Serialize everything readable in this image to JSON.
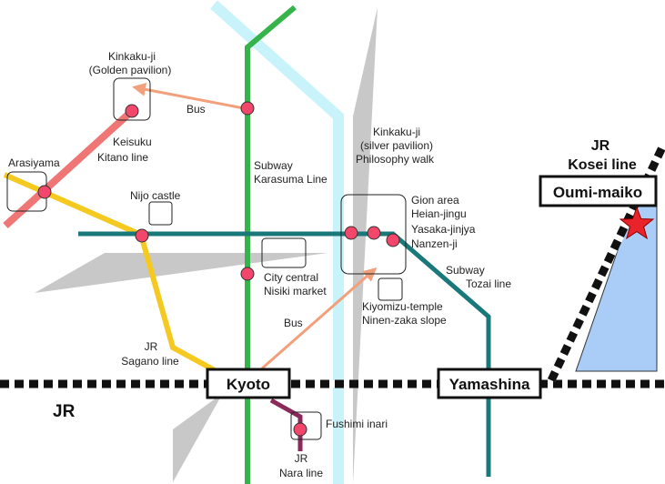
{
  "colors": {
    "karasuma": "#36b34a",
    "tozai": "#19787a",
    "sagano": "#f5c920",
    "keifuku": "#f07575",
    "nara": "#8a2a5a",
    "gray_road": "#c8c8c8",
    "light_cyan": "#c8f3fb",
    "bus": "#f2a07b",
    "station_dot": "#f2466a",
    "lake": "#a9cdf6",
    "star": "#e8232a"
  },
  "labels": {
    "kinkakuji_golden_1": "Kinkaku-ji",
    "kinkakuji_golden_2": "(Golden pavilion)",
    "bus_north": "Bus",
    "keifuku_1": "Keisuku",
    "keifuku_2": "Kitano line",
    "arasiyama": "Arasiyama",
    "nijo_castle": "Nijo castle",
    "subway_karasuma_1": "Subway",
    "subway_karasuma_2": "Karasuma Line",
    "kinkakuji_silver_1": "Kinkaku-ji",
    "kinkakuji_silver_2": "(silver pavilion)",
    "kinkakuji_silver_3": "Philosophy walk",
    "gion_1": "Gion area",
    "gion_2": "Heian-jingu",
    "gion_3": "Yasaka-jinjya",
    "gion_4": "Nanzen-ji",
    "subway_tozai_1": "Subway",
    "subway_tozai_2": "Tozai line",
    "city_central_1": "City central",
    "city_central_2": "Nisiki market",
    "kiyomizu_1": "Kiyomizu-temple",
    "kiyomizu_2": "Ninen-zaka slope",
    "bus_south": "Bus",
    "jr_sagano_1": "JR",
    "jr_sagano_2": "Sagano line",
    "jr_kosei_1": "JR",
    "jr_kosei_2": "Kosei line",
    "fushimi_inari": "Fushimi inari",
    "jr_nara_1": "JR",
    "jr_nara_2": "Nara line",
    "jr_main": "JR"
  },
  "stations": {
    "kyoto": "Kyoto",
    "yamashina": "Yamashina",
    "oumi_maiko": "Oumi-maiko"
  },
  "icons": {
    "destination": "star-icon"
  }
}
